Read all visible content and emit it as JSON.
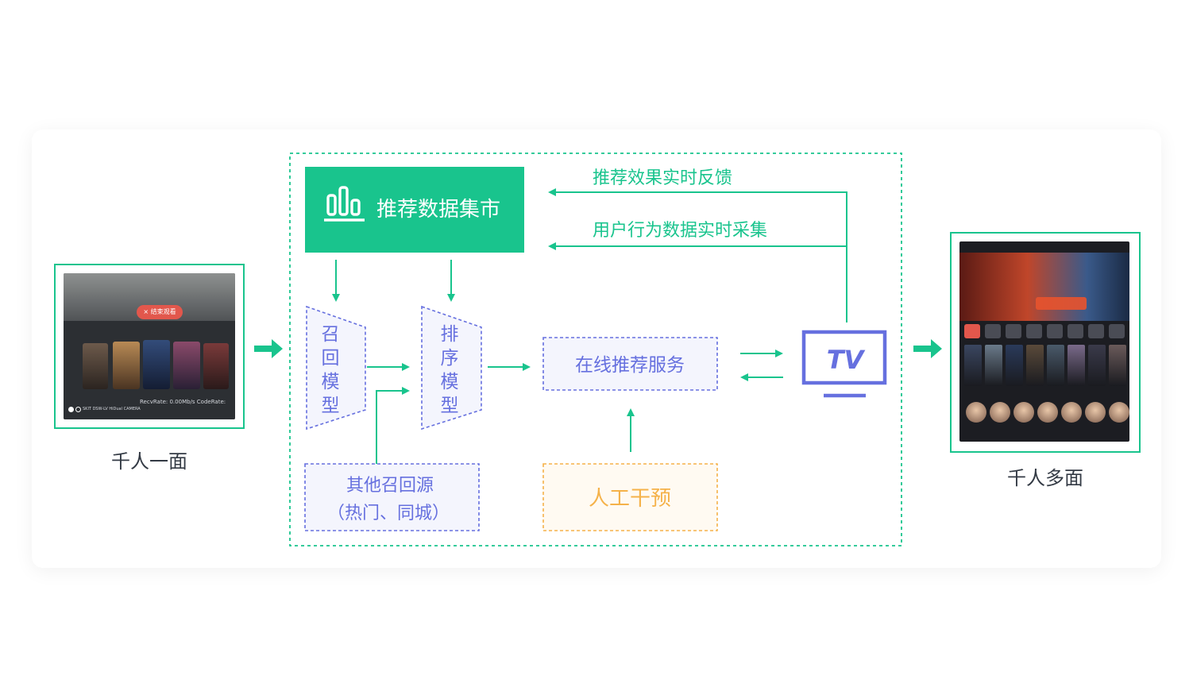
{
  "left_caption": "千人一面",
  "right_caption": "千人多面",
  "mall_title": "推荐数据集市",
  "mall_icon": "bar-chart-icon",
  "feedback_effect": "推荐效果实时反馈",
  "feedback_behavior": "用户行为数据实时采集",
  "recall_model_chars": [
    "召",
    "回",
    "模",
    "型"
  ],
  "rank_model_chars": [
    "排",
    "序",
    "模",
    "型"
  ],
  "online_service": "在线推荐服务",
  "other_sources_line1": "其他召回源",
  "other_sources_line2": "（热门、同城）",
  "manual": "人工干预",
  "tv_text": "TV",
  "tv_icon": "tv-icon",
  "left_screen": {
    "popup_text": "结束观看",
    "status_lines": [
      "RecvRate: 0.00Mb/s  CodeRate:",
      "SKIT DSW-LV  HiDual CAMERA"
    ]
  },
  "colors": {
    "green": "#19c48d",
    "blue": "#6670df",
    "orange": "#f5b24a",
    "blue_fill": "#f4f5fd",
    "orange_fill": "#fffaf2"
  }
}
